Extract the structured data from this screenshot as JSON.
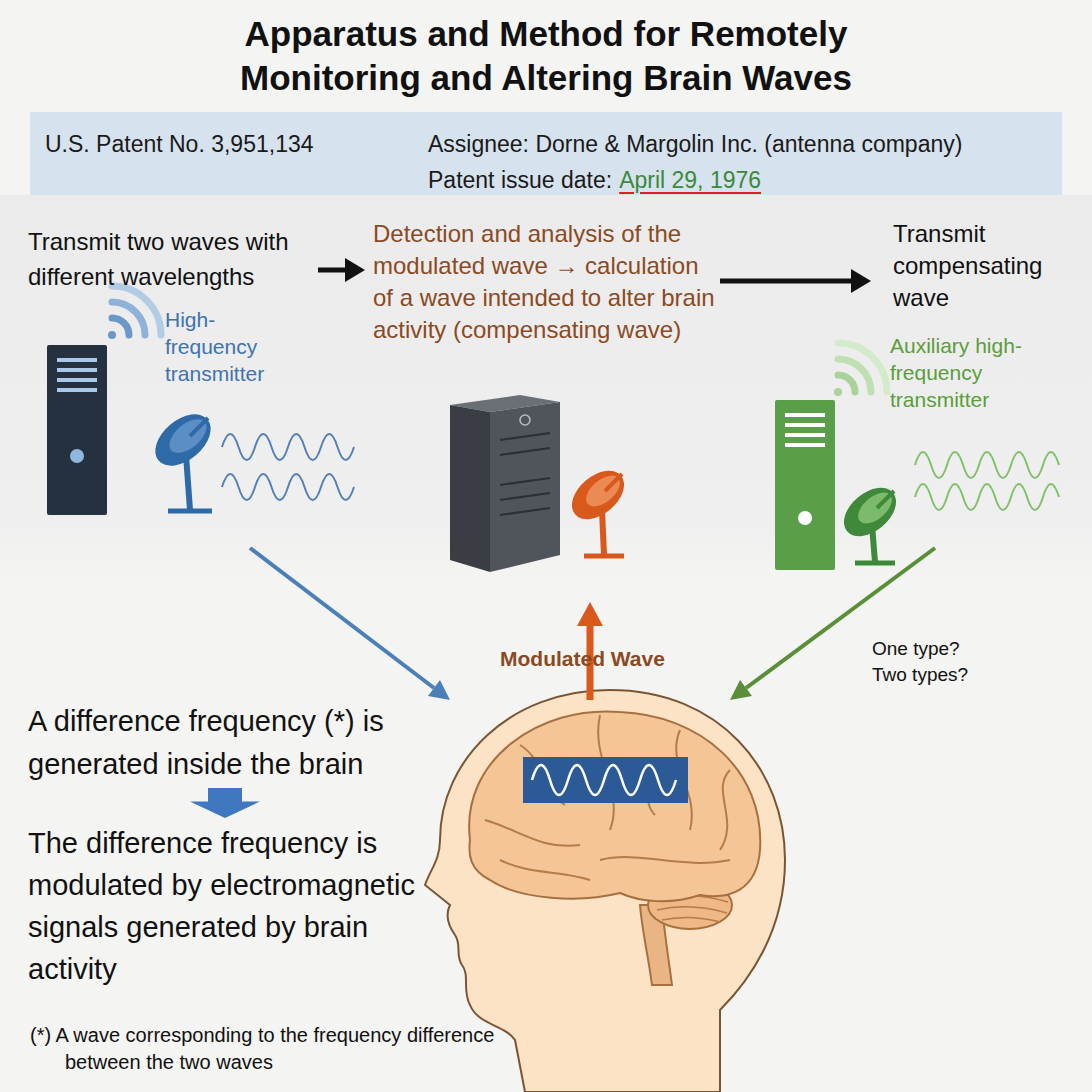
{
  "diagram": {
    "title": "Apparatus and Method for Remotely Monitoring and Altering Brain Waves",
    "nodes": [
      {
        "text": [
          "U.S. Patent No. 3,951,134",
          "Assignee: Dorne & Margolin Inc. (antenna company)",
          "Patent issue date:",
          "April 29, 1976"
        ]
      },
      {
        "text": [
          "Transmit two waves with different wavelengths"
        ]
      },
      {
        "text": [
          "Detection and analysis of the modulated wave → calculation of a wave intended to alter brain activity (compensating wave)"
        ]
      },
      {
        "text": [
          "Transmit compensating wave"
        ]
      },
      {
        "text": [
          "A difference frequency (*) is generated inside the brain"
        ]
      },
      {
        "text": [
          "The difference frequency is modulated by electromagnetic signals generated by brain activity"
        ]
      }
    ],
    "edges": [
      {
        "from": 1,
        "to": 2,
        "arrow": "to"
      },
      {
        "from": 2,
        "to": 3,
        "arrow": "to"
      },
      {
        "from": 4,
        "to": 5,
        "arrow": "to"
      }
    ],
    "labels": [
      "High-frequency transmitter",
      "Auxiliary high-frequency transmitter",
      "Modulated Wave",
      "One type? Two types?",
      "(*) A wave corresponding to the frequency difference between the two waves"
    ]
  }
}
